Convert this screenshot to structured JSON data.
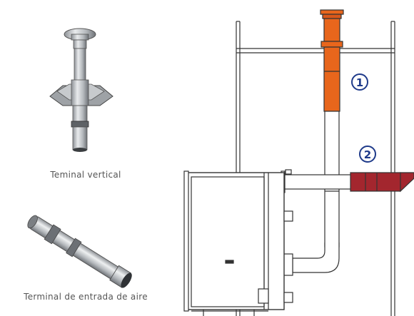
{
  "captions": {
    "vertical_terminal": "Teminal vertical",
    "air_inlet_terminal": "Terminal de entrada de aire"
  },
  "callouts": [
    {
      "label": "1",
      "color": "#1e3a8a"
    },
    {
      "label": "2",
      "color": "#1e3a8a"
    }
  ],
  "colors": {
    "vertical_flue_highlight": "#e8661c",
    "horizontal_inlet_highlight": "#a3262e",
    "line": "#333333",
    "metal": "#b9bcc0"
  }
}
